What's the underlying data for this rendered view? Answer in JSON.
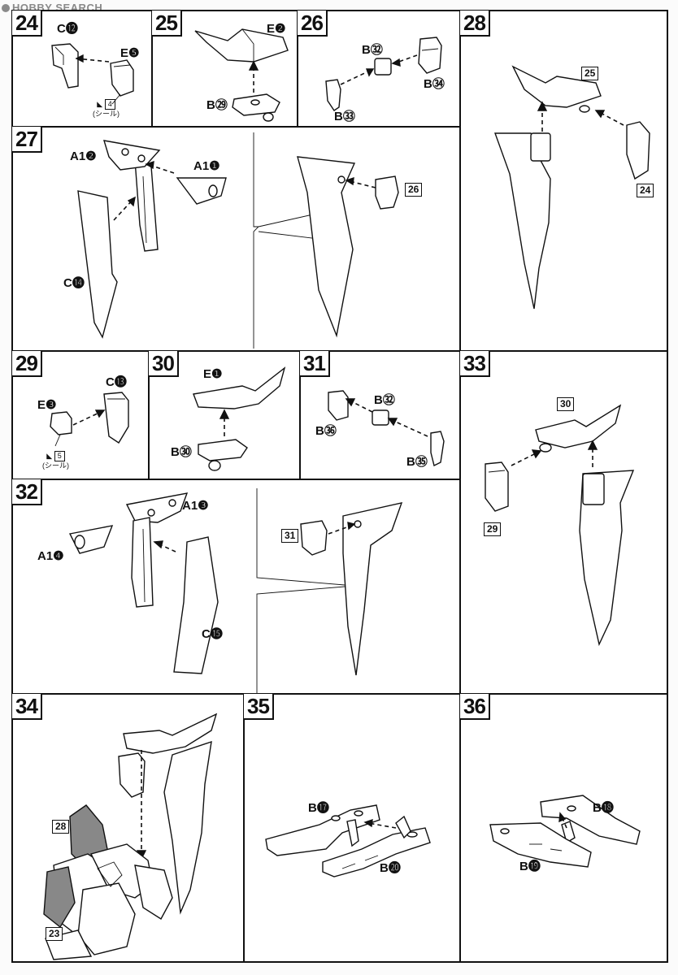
{
  "watermark": "HOBBY SEARCH",
  "steps": {
    "s24": {
      "number": "24",
      "labels": {
        "a": "C⓬",
        "b": "E❺"
      },
      "seal": {
        "num": "4",
        "text": "(シール)"
      }
    },
    "s25": {
      "number": "25",
      "labels": {
        "a": "E❷",
        "b": "B㉙"
      }
    },
    "s26": {
      "number": "26",
      "labels": {
        "a": "B㉜",
        "b": "B㉞",
        "c": "B㉝"
      }
    },
    "s27": {
      "number": "27",
      "labels": {
        "a": "A1❷",
        "b": "A1❶",
        "c": "C⓮"
      },
      "ref": "26"
    },
    "s28": {
      "number": "28",
      "refs": {
        "top": "25",
        "side": "24"
      }
    },
    "s29": {
      "number": "29",
      "labels": {
        "a": "C⓭",
        "b": "E❸"
      },
      "seal": {
        "num": "5",
        "text": "(シール)"
      }
    },
    "s30": {
      "number": "30",
      "labels": {
        "a": "E❶",
        "b": "B㉚"
      }
    },
    "s31": {
      "number": "31",
      "labels": {
        "a": "B㉜",
        "b": "B㊱",
        "c": "B㉟"
      }
    },
    "s32": {
      "number": "32",
      "labels": {
        "a": "A1❸",
        "b": "A1❹",
        "c": "C⓯"
      },
      "ref": "31"
    },
    "s33": {
      "number": "33",
      "refs": {
        "top": "30",
        "side": "29"
      }
    },
    "s34": {
      "number": "34",
      "refs": {
        "a": "28",
        "b": "23"
      }
    },
    "s35": {
      "number": "35",
      "labels": {
        "a": "B⓱",
        "b": "B⓴"
      }
    },
    "s36": {
      "number": "36",
      "labels": {
        "a": "B⓲",
        "b": "B⓳"
      }
    }
  }
}
